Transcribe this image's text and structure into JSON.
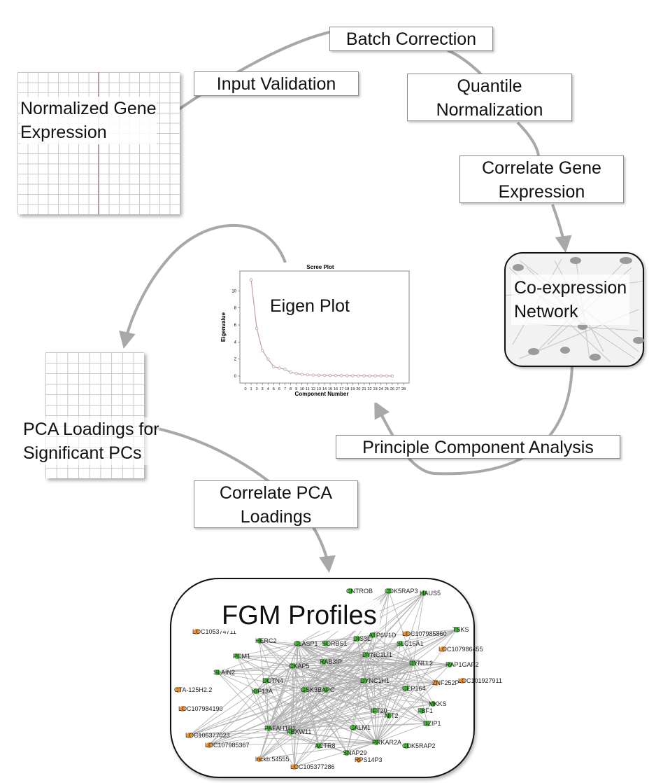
{
  "steps": {
    "batch_correction": "Batch Correction",
    "input_validation": "Input Validation",
    "quantile_normalization_1": "Quantile",
    "quantile_normalization_2": "Normalization",
    "correlate_gene_expression_1": "Correlate Gene",
    "correlate_gene_expression_2": "Expression",
    "pca": "Principle Component Analysis",
    "correlate_pca_loadings_1": "Correlate PCA",
    "correlate_pca_loadings_2": "Loadings"
  },
  "artifacts": {
    "normalized_gene_expression_1": "Normalized Gene",
    "normalized_gene_expression_2": "Expression",
    "coexpression_network_1": "Co-expression",
    "coexpression_network_2": "Network",
    "pca_loadings_1": "PCA Loadings for",
    "pca_loadings_2": "Significant PCs",
    "eigen_plot": "Eigen Plot",
    "fgm_profiles": "FGM Profiles"
  },
  "chart_data": {
    "type": "line",
    "title": "Scree Plot",
    "xlabel": "Component Number",
    "ylabel": "Eigenvalue",
    "x": [
      1,
      2,
      3,
      4,
      5,
      6,
      7,
      8,
      9,
      10,
      11,
      12,
      13,
      14,
      15,
      16,
      17,
      18,
      19,
      20,
      21,
      22,
      23,
      24,
      25,
      26
    ],
    "values": [
      11.3,
      5.6,
      3.0,
      2.0,
      1.1,
      0.95,
      0.8,
      0.45,
      0.3,
      0.2,
      0.15,
      0.12,
      0.1,
      0.08,
      0.07,
      0.06,
      0.05,
      0.04,
      0.04,
      0.03,
      0.03,
      0.02,
      0.02,
      0.02,
      0.02,
      0.01
    ],
    "xlim": [
      0,
      28
    ],
    "ylim": [
      0,
      12
    ],
    "xticks": [
      "0",
      "1",
      "2",
      "3",
      "4",
      "5",
      "6",
      "7",
      "8",
      "9",
      "10",
      "11",
      "12",
      "13",
      "14",
      "15",
      "16",
      "17",
      "18",
      "19",
      "20",
      "21",
      "22",
      "23",
      "24",
      "25",
      "26",
      "27",
      "28"
    ],
    "yticks": [
      "0",
      "2",
      "4",
      "6",
      "8",
      "10"
    ],
    "grid": false
  },
  "network": {
    "nodes": [
      {
        "label": "CNTROB",
        "color": "green"
      },
      {
        "label": "CDK5RAP3",
        "color": "green"
      },
      {
        "label": "HAUS5",
        "color": "green"
      },
      {
        "label": "LOC105374711",
        "color": "orange"
      },
      {
        "label": "HERC2",
        "color": "green"
      },
      {
        "label": "CLASP1",
        "color": "green"
      },
      {
        "label": "SORBS1",
        "color": "green"
      },
      {
        "label": "DIS3L",
        "color": "green"
      },
      {
        "label": "ATP6V1D",
        "color": "green"
      },
      {
        "label": "LOC107985860",
        "color": "orange"
      },
      {
        "label": "TSKS",
        "color": "green"
      },
      {
        "label": "SLC16A1",
        "color": "green"
      },
      {
        "label": "LOC107986455",
        "color": "orange"
      },
      {
        "label": "PCM1",
        "color": "green"
      },
      {
        "label": "RAB3IP",
        "color": "green"
      },
      {
        "label": "DYNC1LI1",
        "color": "green"
      },
      {
        "label": "DYNLL2",
        "color": "green"
      },
      {
        "label": "RAP1GAP2",
        "color": "green"
      },
      {
        "label": "CKAP5",
        "color": "green"
      },
      {
        "label": "SLAIN2",
        "color": "green"
      },
      {
        "label": "ZNF252P",
        "color": "orange"
      },
      {
        "label": "LOC101927911",
        "color": "orange"
      },
      {
        "label": "DCTN4",
        "color": "green"
      },
      {
        "label": "DYNC1H1",
        "color": "green"
      },
      {
        "label": "CTA-125H2.2",
        "color": "orange"
      },
      {
        "label": "KIF13A",
        "color": "green"
      },
      {
        "label": "GSK3B",
        "color": "green"
      },
      {
        "label": "APC",
        "color": "green"
      },
      {
        "label": "CEP164",
        "color": "green"
      },
      {
        "label": "MKKS",
        "color": "green"
      },
      {
        "label": "FBF1",
        "color": "green"
      },
      {
        "label": "IFT20",
        "color": "green"
      },
      {
        "label": "NIT2",
        "color": "green"
      },
      {
        "label": "LOC107984190",
        "color": "orange"
      },
      {
        "label": "DZIP1",
        "color": "green"
      },
      {
        "label": "PAFAH1B1",
        "color": "green"
      },
      {
        "label": "CALM1",
        "color": "green"
      },
      {
        "label": "FBXW11",
        "color": "green"
      },
      {
        "label": "LOC105377023",
        "color": "orange"
      },
      {
        "label": "PRKAR2A",
        "color": "green"
      },
      {
        "label": "LOC107985367",
        "color": "orange"
      },
      {
        "label": "ACTR8",
        "color": "green"
      },
      {
        "label": "CDK5RAP2",
        "color": "green"
      },
      {
        "label": "SNAP29",
        "color": "green"
      },
      {
        "label": "lnckb.54555",
        "color": "orange"
      },
      {
        "label": "RPS14P3",
        "color": "orange"
      },
      {
        "label": "LOC105377286",
        "color": "orange"
      }
    ]
  },
  "colors": {
    "arrow": "#a8a8a8",
    "node_green": "#3cb62e",
    "node_orange": "#f0902a",
    "scree_line": "#c79ca6"
  }
}
